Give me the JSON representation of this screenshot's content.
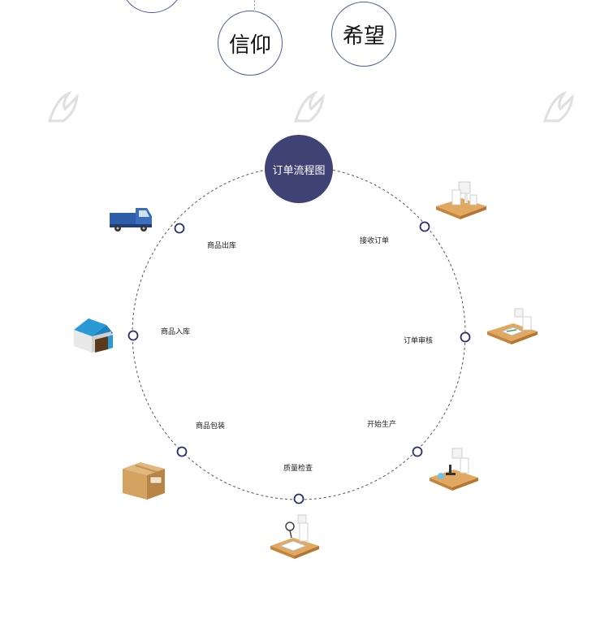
{
  "bubbles": {
    "faith": "信仰",
    "hope": "希望"
  },
  "center_title": "订单流程图",
  "steps": [
    {
      "label": "接收订单"
    },
    {
      "label": "订单审核"
    },
    {
      "label": "开始生产"
    },
    {
      "label": "质量检查"
    },
    {
      "label": "商品包装"
    },
    {
      "label": "商品入库"
    },
    {
      "label": "商品出库"
    }
  ],
  "colors": {
    "node_stroke": "#2a2f6e",
    "center_fill": "#3f4373",
    "bubble_stroke": "#4f5d9c",
    "watermark": "#e0e0e0"
  }
}
